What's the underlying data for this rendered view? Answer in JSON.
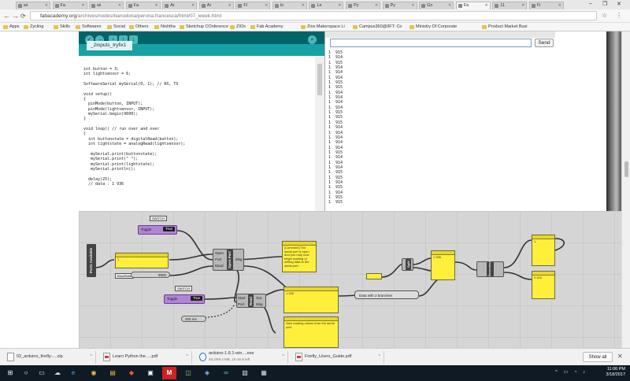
{
  "browser": {
    "tabs": [
      {
        "label": "wi"
      },
      {
        "label": "Fa"
      },
      {
        "label": "wi"
      },
      {
        "label": "Fa"
      },
      {
        "label": "Ar"
      },
      {
        "label": "Ar"
      },
      {
        "label": "Fl"
      },
      {
        "label": "lo"
      },
      {
        "label": "Le"
      },
      {
        "label": "Py"
      },
      {
        "label": "Py"
      },
      {
        "label": "Go"
      },
      {
        "label": "Fa"
      },
      {
        "label": "11"
      },
      {
        "label": "Fi"
      }
    ],
    "url_domain": "fabacademy.org",
    "url_path": "/archives/nodes/barcelona/perona.francesca/html/07_week.html",
    "bookmarks": [
      "Apps",
      "Zycling",
      "Skills",
      "Softwares",
      "Social",
      "Others",
      "Nishtha",
      "Sketchup COnference",
      "ZIOs",
      "Fab Academy",
      "Zios Makerspace Li",
      "Campus360@IIFT: Co",
      "Ministry Of Corporate",
      "Product Market Busi"
    ]
  },
  "ide": {
    "tab_label": "_2inputs_tryfix1",
    "code_lines": [
      "int button = 3;",
      "int lightsensor = 6;",
      "",
      "SoftwareSerial mySerial(0, 1); // RX, TX",
      "",
      "void setup()",
      "{",
      "  pinMode(button, INPUT);",
      "  pinMode(lightsensor, INPUT);",
      "  mySerial.begin(9600);",
      "}",
      "",
      "void loop() // run over and over",
      "{",
      "  int buttonstate = digitalRead(button);",
      "  int lightstate = analogRead(lightsensor);",
      "",
      "   mySerial.print(buttonstate);",
      "   mySerial.print(\" \");",
      "   mySerial.print(lightstate);",
      "   mySerial.println();",
      "",
      "  delay(25);",
      "  // data : 1 936"
    ]
  },
  "serial": {
    "send_label": "Send",
    "rows": [
      [
        "1",
        "915"
      ],
      [
        "1",
        "914"
      ],
      [
        "1",
        "915"
      ],
      [
        "1",
        "914"
      ],
      [
        "1",
        "914"
      ],
      [
        "1",
        "914"
      ],
      [
        "1",
        "915"
      ],
      [
        "1",
        "915"
      ],
      [
        "1",
        "914"
      ],
      [
        "1",
        "914"
      ],
      [
        "1",
        "914"
      ],
      [
        "1",
        "914"
      ],
      [
        "1",
        "915"
      ],
      [
        "1",
        "915"
      ],
      [
        "1",
        "915"
      ],
      [
        "1",
        "914"
      ],
      [
        "1",
        "914"
      ],
      [
        "1",
        "914"
      ],
      [
        "1",
        "914"
      ],
      [
        "1",
        "914"
      ],
      [
        "1",
        "915"
      ],
      [
        "1",
        "914"
      ],
      [
        "1",
        "914"
      ],
      [
        "1",
        "914"
      ],
      [
        "1",
        "915"
      ],
      [
        "1",
        "915"
      ],
      [
        "1",
        "914"
      ],
      [
        "1",
        "915"
      ],
      [
        "1",
        "914"
      ],
      [
        "1",
        "915"
      ],
      [
        "1",
        "915"
      ]
    ]
  },
  "grasshopper": {
    "toggle1": {
      "label": "Toggle",
      "value": "True"
    },
    "toggle2": {
      "label": "Toggle",
      "value": "True"
    },
    "toggle1_chip": "SWITCH",
    "toggle2_chip": "SWITCH",
    "ports_label": "Ports Available",
    "baud_chip": "BaudRate",
    "baud_value": "9600",
    "open_port": {
      "title": "Open Port",
      "inputs": [
        "Open",
        "Port",
        "Baud"
      ],
      "output": "Msg"
    },
    "read_port": {
      "title": "Read",
      "inputs": [
        "Start",
        "Port"
      ],
      "outputs": [
        "Out",
        "Msg"
      ]
    },
    "slider_value": "200 ms",
    "panel_msg": "[Comment] The serial port is open and you may now begin reading or writing data to the serial port.",
    "panel_data": "1 936",
    "panel_read": "Now reading values from the serial port.",
    "list_label": "Data with 2 branches",
    "split_label": "Split",
    "deconstruct_label": "Deconstruct",
    "panel_right_top": "1",
    "panel_right_bottom": "0 915",
    "panel_mid_right": "1 936"
  },
  "downloads": [
    {
      "name": "02_arduino_firefly-....zip",
      "sub": ""
    },
    {
      "name": "Learn Python the ....pdf",
      "sub": ""
    },
    {
      "name": "arduino-1.8.1-win....exe",
      "sub": "48.2/89.4 MB, 18 mins left"
    },
    {
      "name": "Firefly_Users_Guide.pdf",
      "sub": ""
    }
  ],
  "show_all_label": "Show all",
  "taskbar": {
    "time": "11:06 PM",
    "date": "3/18/2017"
  }
}
